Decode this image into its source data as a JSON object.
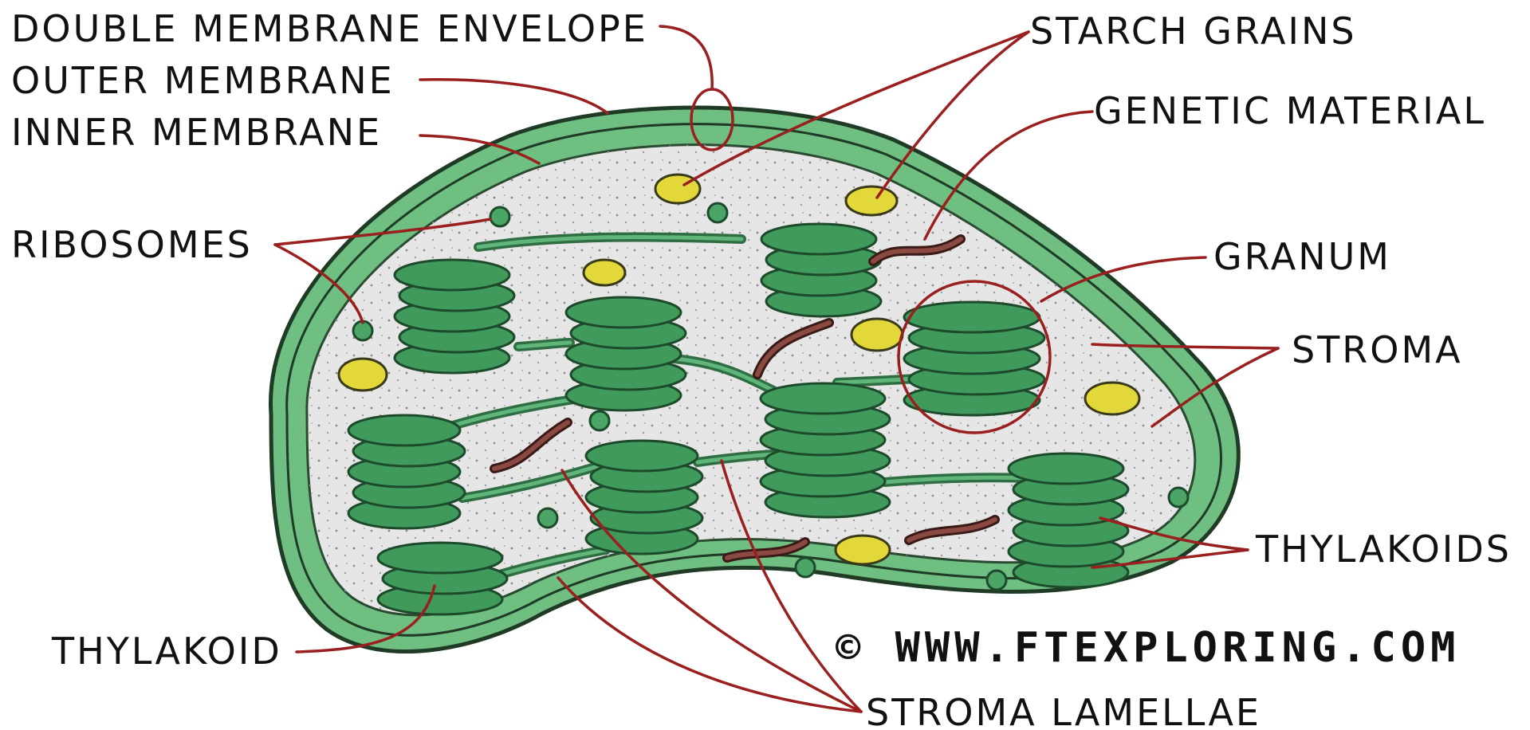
{
  "diagram": {
    "labels": {
      "double_membrane_envelope": "DOUBLE MEMBRANE ENVELOPE",
      "outer_membrane": "OUTER MEMBRANE",
      "inner_membrane": "INNER MEMBRANE",
      "ribosomes": "RIBOSOMES",
      "starch_grains": "STARCH GRAINS",
      "genetic_material": "GENETIC MATERIAL",
      "granum": "GRANUM",
      "stroma": "STROMA",
      "thylakoids": "THYLAKOIDS",
      "thylakoid": "THYLAKOID",
      "stroma_lamellae": "STROMA LAMELLAE"
    },
    "credit": "© WWW.FTEXPLORING.COM"
  },
  "colors": {
    "outer_green": "#6fbf82",
    "membrane_line": "#1f3a25",
    "stroma_fill": "#e6e6e6",
    "thylakoid_fill": "#3f9a5c",
    "thylakoid_edge": "#1e4a2c",
    "starch_fill": "#e3d83a",
    "dna": "#7a3b34",
    "leader": "#9a1f1f"
  }
}
